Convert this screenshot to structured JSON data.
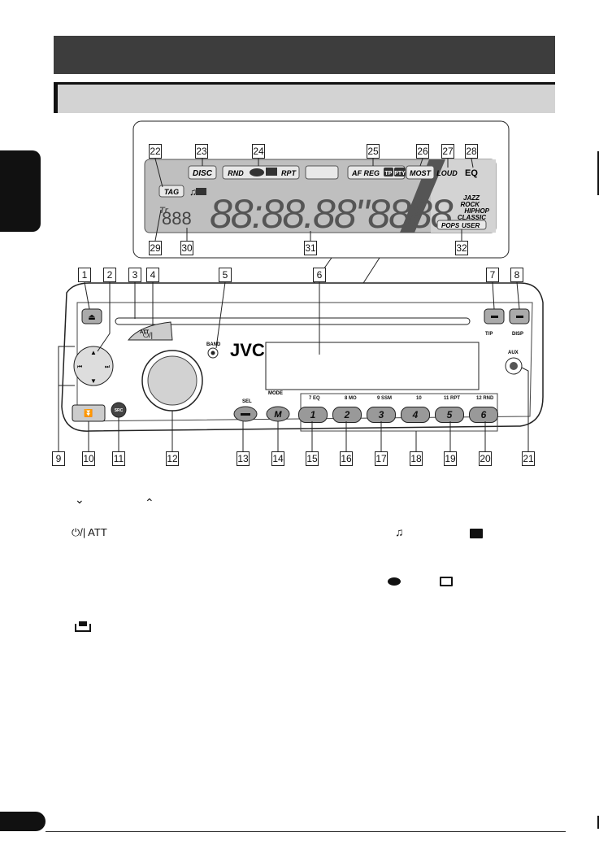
{
  "header": {
    "title": "",
    "subtitle": ""
  },
  "display": {
    "callouts_top": [
      "22",
      "23",
      "24",
      "25",
      "26",
      "27",
      "28"
    ],
    "callouts_bottom": [
      "29",
      "30",
      "31",
      "32"
    ],
    "disc": "DISC",
    "rnd": "RND",
    "rpt": "RPT",
    "af_reg": "AF REG",
    "tp": "TP",
    "pty": "PTY",
    "most": "MOST",
    "loud": "LOUD",
    "eq": "EQ",
    "tag": "TAG",
    "tr": "Tr",
    "track_digits": "888",
    "main_segments": "88:88.88\"8888",
    "eq_modes": [
      "JAZZ",
      "ROCK",
      "HIPHOP",
      "CLASSIC",
      "POPS",
      "USER"
    ]
  },
  "unit": {
    "callouts_top": [
      "1",
      "2",
      "3",
      "4",
      "5",
      "6",
      "7",
      "8"
    ],
    "callouts_bottom": [
      "9",
      "10",
      "11",
      "12",
      "13",
      "14",
      "15",
      "16",
      "17",
      "18",
      "19",
      "20",
      "21"
    ],
    "brand": "JVC",
    "labels": {
      "att": "ATT",
      "band": "BAND",
      "aux": "AUX",
      "tp": "T/P",
      "disp": "DISP",
      "sel": "SEL",
      "mode": "MODE",
      "src": "SRC",
      "m_button": "M"
    },
    "preset_buttons": [
      {
        "top": "7 EQ",
        "number": "1"
      },
      {
        "top": "8 MO",
        "number": "2"
      },
      {
        "top": "9 SSM",
        "number": "3"
      },
      {
        "top": "10",
        "number": "4"
      },
      {
        "top": "11 RPT",
        "number": "5"
      },
      {
        "top": "12 RND",
        "number": "6"
      }
    ]
  },
  "legend": {
    "power_att": "⏻/| ATT",
    "icons": [
      "chevron-down-icon",
      "chevron-up-icon",
      "note-icon",
      "folder-icon",
      "disc-icon",
      "folder-open-icon",
      "detach-icon"
    ]
  }
}
